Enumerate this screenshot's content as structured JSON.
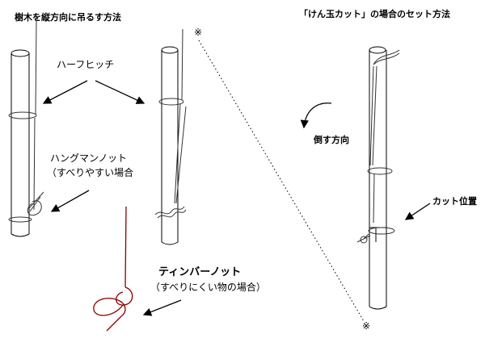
{
  "titles": {
    "left": "樹木を縦方向に吊るす方法",
    "right": "「けん玉カット」の場合のセット方法"
  },
  "labels": {
    "half_hitch": "ハーフヒッチ",
    "hangman_knot": "ハングマンノット",
    "hangman_note": "（すべりやすい場合",
    "timber_knot": "ティンバーノット",
    "timber_note": "（すべりにくい物の場合）",
    "fall_direction": "倒す方向",
    "cut_position": "カット位置",
    "reference_mark": "※"
  },
  "colors": {
    "line": "#000000",
    "rope": "#333333",
    "timber_rope": "#8b0000"
  }
}
